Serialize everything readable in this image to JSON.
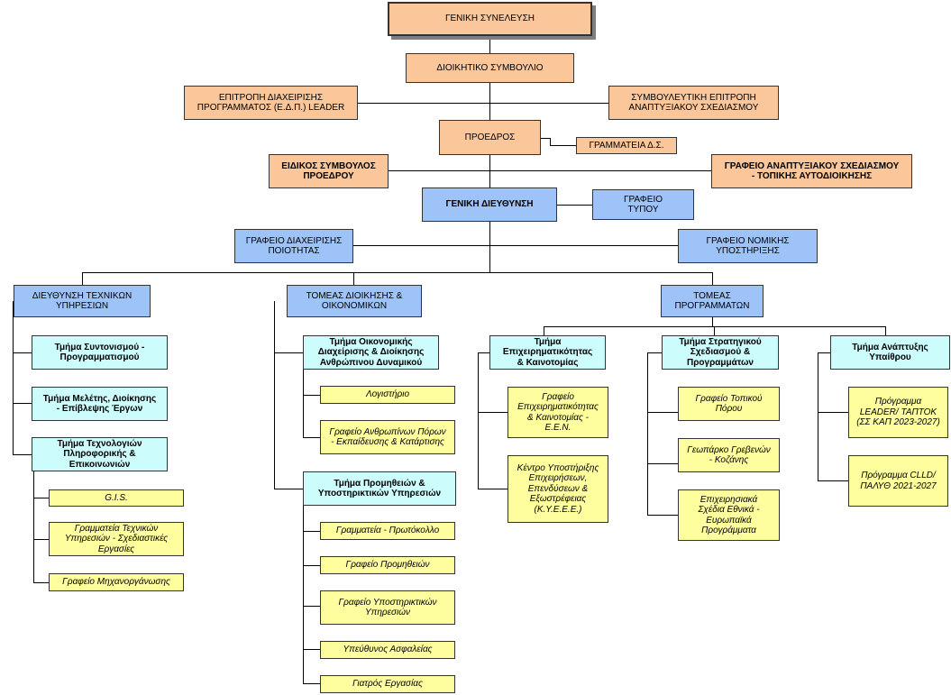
{
  "general_assembly": "ΓΕΝΙΚΗ ΣΥΝΕΛΕΥΣΗ",
  "board": "ΔΙΟΙΚΗΤΙΚΟ ΣΥΜΒΟΥΛΙΟ",
  "leader_committee": "ΕΠΙΤΡΟΠΗ ΔΙΑΧΕΙΡΙΣΗΣ\nΠΡΟΓΡΑΜΜΑΤΟΣ (Ε.Δ.Π.) LEADER",
  "advisory_committee": "ΣΥΜΒΟΥΛΕΥΤΙΚΗ ΕΠΙΤΡΟΠΗ\nΑΝΑΠΤΥΞΙΑΚΟΥ ΣΧΕΔΙΑΣΜΟΥ",
  "president": "ΠΡΟΕΔΡΟΣ",
  "board_secretariat": "ΓΡΑΜΜΑΤΕΙΑ Δ.Σ.",
  "special_advisor": "ΕΙΔΙΚΟΣ ΣΥΜΒΟΥΛΟΣ\nΠΡΟΕΔΡΟΥ",
  "dev_planning_office": "ΓΡΑΦΕΙΟ ΑΝΑΠΤΥΞΙΑΚΟΥ ΣΧΕΔΙΑΣΜΟΥ\n- ΤΟΠΙΚΗΣ ΑΥΤΟΔΙΟΙΚΗΣΗΣ",
  "general_directorate": "ΓΕΝΙΚΗ ΔΙΕΥΘΥΝΣΗ",
  "press_office": "ΓΡΑΦΕΙΟ\nΤΥΠΟΥ",
  "quality_office": "ΓΡΑΦΕΙΟ ΔΙΑΧΕΙΡΙΣΗΣ\nΠΟΙΟΤΗΤΑΣ",
  "legal_office": "ΓΡΑΦΕΙΟ ΝΟΜΙΚΗΣ\nΥΠΟΣΤΗΡΙΞΗΣ",
  "tech_directorate": {
    "title": "ΔΙΕΥΘΥΝΣΗ ΤΕΧΝΙΚΩΝ\nΥΠΗΡΕΣΙΩΝ",
    "dept_coord": "Τμήμα Συντονισμού -\nΠρογραμματισμού",
    "dept_study": "Τμήμα Μελέτης, Διοίκησης\n- Επίβλεψης Έργων",
    "dept_it": "Τμήμα Τεχνολογιών\nΠληροφορικής &\nΕπικοινωνιών",
    "gis": "G.I.S.",
    "tech_secretariat": "Γραμματεία Τεχνικών\nΥπηρεσιών - Σχεδιαστικές\nΕργασίες",
    "mech_office": "Γραφείο Μηχανοργάνωσης"
  },
  "admin_sector": {
    "title": "ΤΟΜΕΑΣ ΔΙΟΙΚΗΣΗΣ &\nΟΙΚΟΝΟΜΙΚΩΝ",
    "dept_finance": "Τμήμα Οικονομικής\nΔιαχείρισης & Διοίκησης\nΑνθρώπινου Δυναμικού",
    "accounting": "Λογιστήριο",
    "hr_office": "Γραφείο Ανθρωπίνων Πόρων\n- Εκπαίδευσης & Κατάρτισης",
    "dept_procurement": "Τμήμα Προμηθειών &\nΥποστηρικτικών Υπηρεσιών",
    "secretariat_protocol": "Γραμματεία - Πρωτόκολλο",
    "procurement_office": "Γραφείο Προμηθειών",
    "support_office": "Γραφείο Υποστηρικτικών\nΥπηρεσιών",
    "safety_officer": "Υπεύθυνος Ασφαλείας",
    "occupational_doctor": "Γιατρός Εργασίας"
  },
  "programs_sector": {
    "title": "ΤΟΜΕΑΣ\nΠΡΟΓΡΑΜΜΑΤΩΝ",
    "dept_entrepreneurship": "Τμήμα\nΕπιχειρηματικότητας\n& Καινοτομίας",
    "een_office": "Γραφείο\nΕπιχειρηματικότητας\n& Καινοτομίας -\nΕ.Ε.Ν.",
    "kyeee": "Κέντρο Υποστήριξης\nΕπιχειρήσεων,\nΕπενδύσεων &\nΕξωστρέφειας\n(Κ.Υ.Ε.Ε.Ε.)",
    "dept_strategic": "Τμήμα Στρατηγικού\nΣχεδιασμού &\nΠρογραμμάτων",
    "local_resource_office": "Γραφείο Τοπικού\nΠόρου",
    "geopark": "Γεωπάρκο Γρεβενών\n- Κοζάνης",
    "business_plans": "Επιχειρησιακά\nΣχέδια Εθνικά -\nΕυρωπαϊκά\nΠρογράμματα",
    "dept_countryside": "Τμήμα Ανάπτυξης\nΥπαίθρου",
    "leader_program": "Πρόγραμμα\nLEADER/ ΤΑΠΤΟΚ\n(ΣΣ ΚΑΠ 2023-2027)",
    "clld_program": "Πρόγραμμα CLLD/\nΠΑΛΥΘ 2021-2027"
  }
}
